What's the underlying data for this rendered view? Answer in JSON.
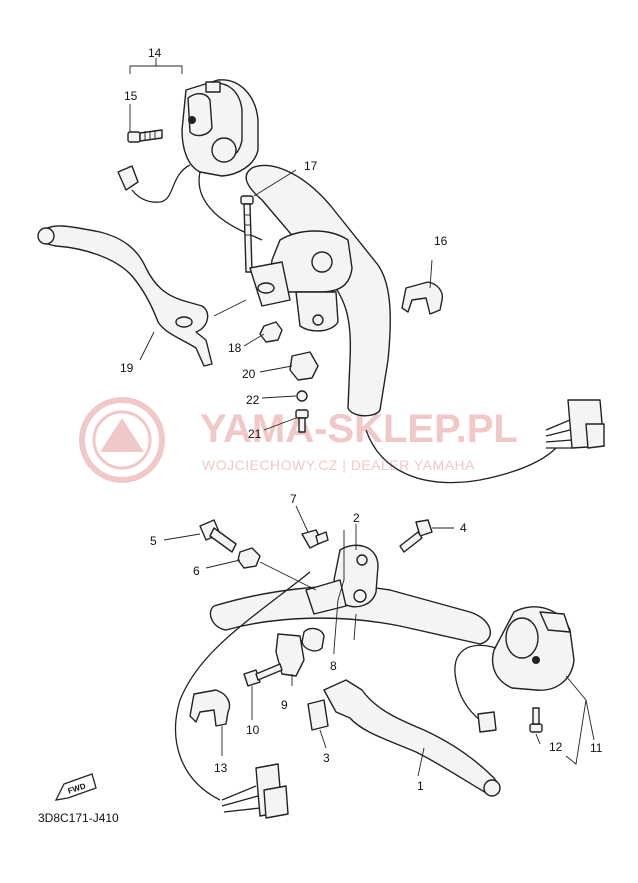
{
  "diagram": {
    "drawing_code": "3D8C171-J410",
    "direction_badge": "FWD",
    "watermark": {
      "title": "YAMA-SKLEP.PL",
      "subtitle": "WOJCIECHOWY.CZ | DEALER YAMAHA"
    },
    "callouts": {
      "c1": "1",
      "c2": "2",
      "c3": "3",
      "c4": "4",
      "c5": "5",
      "c6": "6",
      "c7": "7",
      "c8": "8",
      "c9": "9",
      "c10": "10",
      "c11": "11",
      "c12": "12",
      "c13": "13",
      "c14": "14",
      "c15": "15",
      "c16": "16",
      "c17": "17",
      "c18": "18",
      "c19": "19",
      "c20": "20",
      "c21": "21",
      "c22": "22"
    }
  }
}
